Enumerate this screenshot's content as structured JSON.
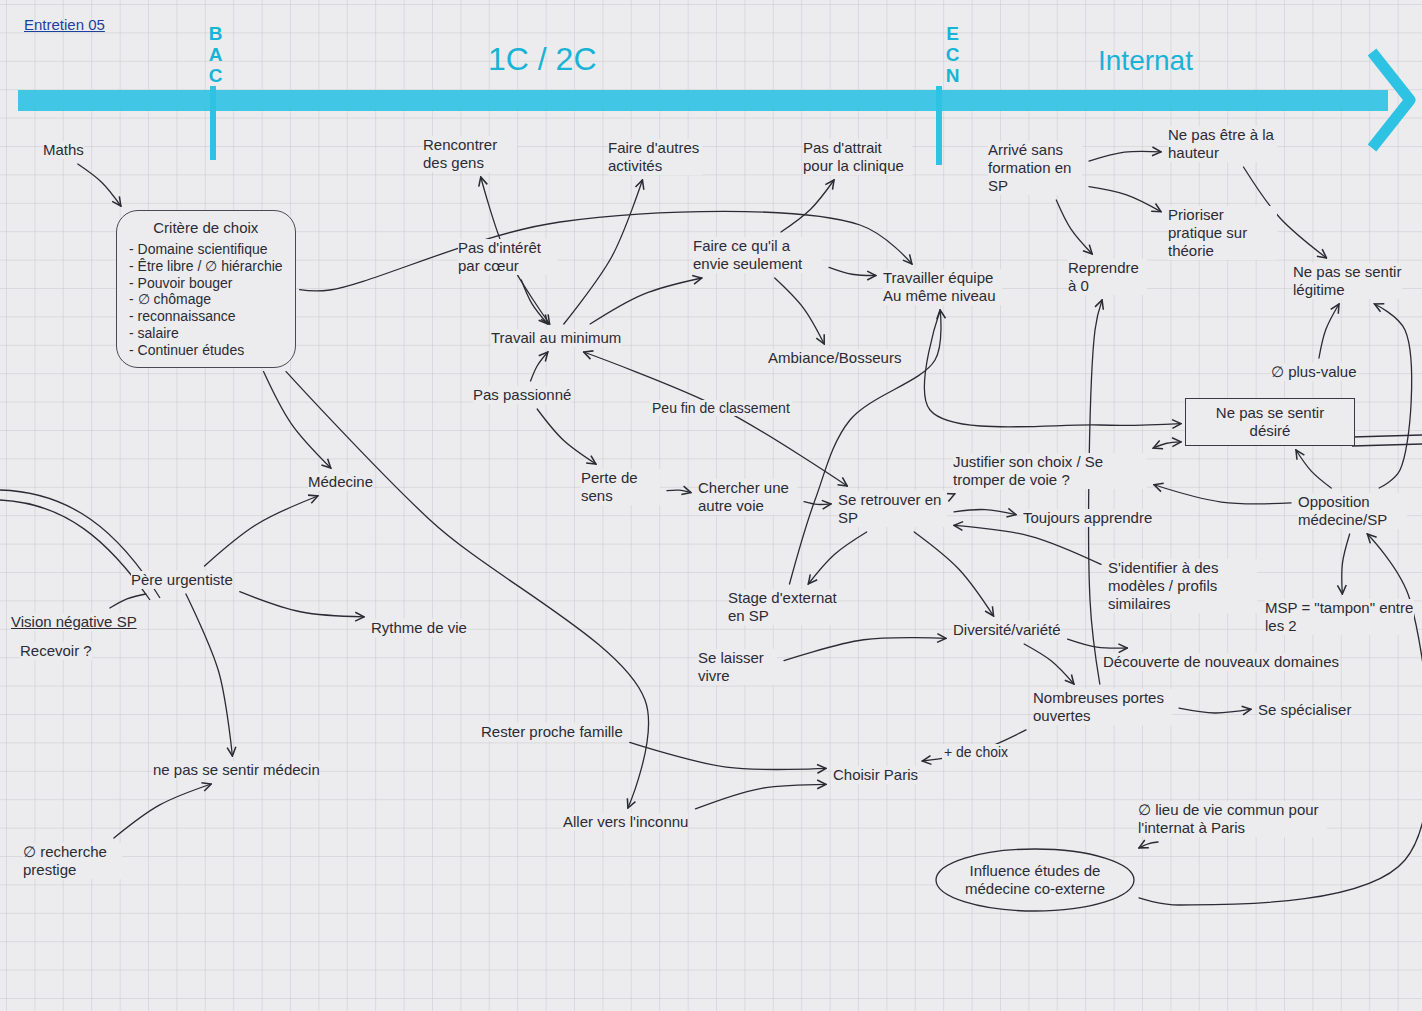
{
  "diagram": {
    "title": "Entretien 05",
    "nodes": [
      {
        "text": [
          "Maths"
        ]
      },
      {
        "text": [
          "Critère de choix",
          "- Domaine scientifique",
          "- Être libre / ∅ hiérarchie",
          "- Pouvoir bouger",
          "- ∅ chômage",
          "- reconnaissance",
          "- salaire",
          "- Continuer études"
        ]
      },
      {
        "text": [
          "Médecine"
        ]
      },
      {
        "text": [
          "Père urgentiste"
        ]
      },
      {
        "text": [
          "Vision négative SP"
        ]
      },
      {
        "text": [
          "Rythme de vie"
        ]
      },
      {
        "text": [
          "ne pas se sentir médecin"
        ]
      },
      {
        "text": [
          "∅ recherche prestige"
        ]
      },
      {
        "text": [
          "Rencontrer des gens"
        ]
      },
      {
        "text": [
          "Faire d'autres activités"
        ]
      },
      {
        "text": [
          "Pas d'attrait pour la clinique"
        ]
      },
      {
        "text": [
          "Pas d'intérêt par cœur"
        ]
      },
      {
        "text": [
          "Faire ce qu'il a envie seulement"
        ]
      },
      {
        "text": [
          "Travail au minimum"
        ]
      },
      {
        "text": [
          "Travailler équipe Au même niveau"
        ]
      },
      {
        "text": [
          "Ambiance/Bosseurs"
        ]
      },
      {
        "text": [
          "Pas passionné"
        ]
      },
      {
        "text": [
          "Perte de sens"
        ]
      },
      {
        "text": [
          "Chercher une autre voie"
        ]
      },
      {
        "text": [
          "Se retrouver en SP"
        ]
      },
      {
        "text": [
          "Justifier son choix / Se tromper de voie ?"
        ]
      },
      {
        "text": [
          "Toujours apprendre"
        ]
      },
      {
        "text": [
          "Stage d'externat en SP"
        ]
      },
      {
        "text": [
          "S'identifier à des modèles / profils similaires"
        ]
      },
      {
        "text": [
          "Se laisser vivre"
        ]
      },
      {
        "text": [
          "Diversité/variété"
        ]
      },
      {
        "text": [
          "Découverte de nouveaux domaines"
        ]
      },
      {
        "text": [
          "Nombreuses portes ouvertes"
        ]
      },
      {
        "text": [
          "Se spécialiser"
        ]
      },
      {
        "text": [
          "Rester proche famille"
        ]
      },
      {
        "text": [
          "Choisir Paris"
        ]
      },
      {
        "text": [
          "Aller vers l'inconnu"
        ]
      },
      {
        "text": [
          "∅ lieu de vie commun pour l'internat à Paris"
        ]
      },
      {
        "text": [
          "Influence études de médecine co-externe"
        ]
      },
      {
        "text": [
          "Arrivé sans formation en SP"
        ]
      },
      {
        "text": [
          "Ne pas être à la hauteur"
        ]
      },
      {
        "text": [
          "Reprendre à 0"
        ]
      },
      {
        "text": [
          "Prioriser pratique sur théorie"
        ]
      },
      {
        "text": [
          "Ne pas se sentir légitime"
        ]
      },
      {
        "text": [
          "∅ plus-value"
        ]
      },
      {
        "text": [
          "Ne pas se sentir désiré"
        ]
      },
      {
        "text": [
          "Opposition médecine/SP"
        ]
      },
      {
        "text": [
          "MSP = \"tampon\" entre les 2"
        ]
      }
    ],
    "edges": [
      {
        "from": 0,
        "to": 1,
        "arrow": "to"
      },
      {
        "from": 1,
        "to": 2,
        "arrow": "to"
      },
      {
        "from": 3,
        "to": 2,
        "arrow": "to"
      },
      {
        "from": 3,
        "to": 5,
        "arrow": "to"
      },
      {
        "from": 3,
        "to": 6,
        "arrow": "to"
      },
      {
        "from": 3,
        "to": 4,
        "arrow": "none"
      },
      {
        "from": 7,
        "to": 6,
        "arrow": "to"
      },
      {
        "from": 1,
        "to": 31,
        "arrow": "to"
      },
      {
        "from": 1,
        "to": 14,
        "arrow": "to"
      },
      {
        "from": 29,
        "to": 30,
        "arrow": "to"
      },
      {
        "from": 31,
        "to": 30,
        "arrow": "to"
      },
      {
        "from": 11,
        "to": 13,
        "arrow": "to"
      },
      {
        "from": 13,
        "to": 8,
        "arrow": "both"
      },
      {
        "from": 13,
        "to": 9,
        "arrow": "to"
      },
      {
        "from": 13,
        "to": 12,
        "arrow": "to"
      },
      {
        "from": 12,
        "to": 10,
        "arrow": "to"
      },
      {
        "from": 12,
        "to": 15,
        "arrow": "to"
      },
      {
        "from": 12,
        "to": 14,
        "arrow": "to"
      },
      {
        "from": 16,
        "to": 13,
        "arrow": "to"
      },
      {
        "from": 16,
        "to": 17,
        "arrow": "to"
      },
      {
        "from": 17,
        "to": 18,
        "arrow": "to"
      },
      {
        "from": 18,
        "to": 19,
        "arrow": "to"
      },
      {
        "from": 13,
        "to": 19,
        "label": "Peu fin de classement",
        "arrow": "both"
      },
      {
        "from": 19,
        "to": 20,
        "arrow": "to"
      },
      {
        "from": 19,
        "to": 21,
        "arrow": "to"
      },
      {
        "from": 19,
        "to": 22,
        "arrow": "to"
      },
      {
        "from": 19,
        "to": 25,
        "arrow": "to"
      },
      {
        "from": 22,
        "to": 14,
        "arrow": "to"
      },
      {
        "from": 24,
        "to": 25,
        "arrow": "to"
      },
      {
        "from": 25,
        "to": 26,
        "arrow": "to"
      },
      {
        "from": 25,
        "to": 27,
        "arrow": "to"
      },
      {
        "from": 27,
        "to": 28,
        "arrow": "to"
      },
      {
        "from": 27,
        "to": 30,
        "label": "+ de choix",
        "arrow": "to"
      },
      {
        "from": 23,
        "to": 19,
        "arrow": "to"
      },
      {
        "from": 34,
        "to": 35,
        "arrow": "to"
      },
      {
        "from": 34,
        "to": 36,
        "arrow": "to"
      },
      {
        "from": 34,
        "to": 37,
        "arrow": "to"
      },
      {
        "from": 35,
        "to": 38,
        "arrow": "to"
      },
      {
        "from": 39,
        "to": 38,
        "arrow": "to"
      },
      {
        "from": 14,
        "to": 40,
        "arrow": "to"
      },
      {
        "from": 41,
        "to": 40,
        "arrow": "to"
      },
      {
        "from": 41,
        "to": 42,
        "arrow": "to"
      },
      {
        "from": 41,
        "to": 20,
        "arrow": "to"
      },
      {
        "from": 40,
        "to": 20,
        "arrow": "both"
      },
      {
        "from": 41,
        "to": 38,
        "arrow": "to"
      },
      {
        "from": 32,
        "to": 33,
        "arrow": "to"
      },
      {
        "from": 33,
        "to": 41,
        "arrow": "to"
      },
      {
        "from": 27,
        "to": 36,
        "arrow": "to"
      }
    ],
    "labels": [
      "BAC",
      "1C / 2C",
      "ECN",
      "Internat",
      "Recevoir ?"
    ]
  }
}
